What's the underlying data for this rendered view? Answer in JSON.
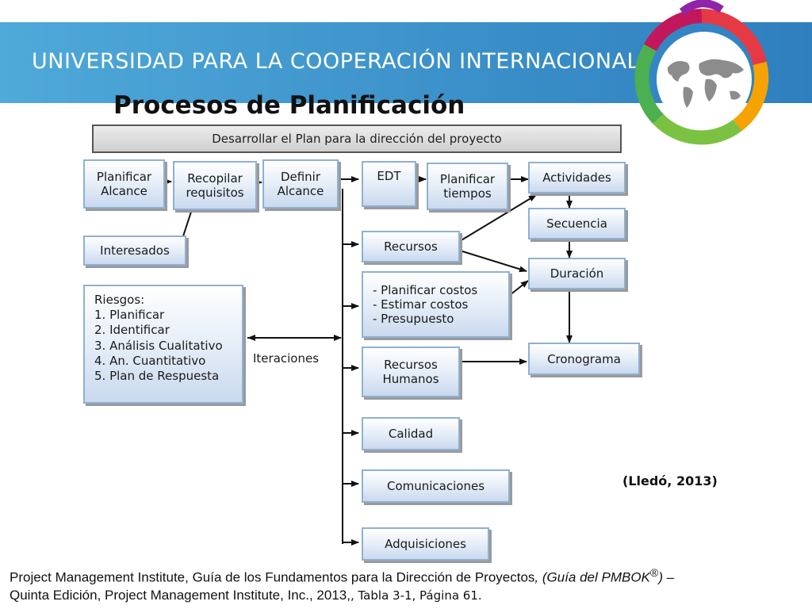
{
  "header": {
    "university_name": "UNIVERSIDAD PARA LA COOPERACIÓN INTERNACIONAL"
  },
  "slide_title": "Procesos de Planificación",
  "plan_bar": "Desarrollar el Plan para la dirección del proyecto",
  "nodes": {
    "planificar_alcance": "Planificar\nAlcance",
    "recopilar_requisitos": "Recopilar\nrequisitos",
    "definir_alcance": "Definir\nAlcance",
    "interesados": "Interesados",
    "edt": "EDT",
    "planificar_tiempos": "Planificar\ntiempos",
    "actividades": "Actividades",
    "secuencia": "Secuencia",
    "recursos": "Recursos",
    "duracion": "Duración",
    "costos": "- Planificar costos\n- Estimar costos\n- Presupuesto",
    "recursos_humanos": "Recursos\nHumanos",
    "cronograma": "Cronograma",
    "calidad": "Calidad",
    "comunicaciones": "Comunicaciones",
    "adquisiciones": "Adquisiciones",
    "riesgos": "Riesgos:\n1. Planificar\n2. Identificar\n3. Análisis Cualitativo\n4. An. Cuantitativo\n5. Plan de Respuesta",
    "iteraciones": "Iteraciones"
  },
  "citation": "(Lledó, 2013)",
  "reference": {
    "line1_a": "Project Management Institute, Guía de los Fundamentos para la Dirección de Proyectos",
    "line1_b": ", (Guía del PMBOK",
    "registered": "®",
    "line1_c": ") –",
    "line2_a": "Quinta Edición, Project Management Institute, Inc., 2013,",
    "line2_b": ", Tabla 3-1, Página 61."
  },
  "colors": {
    "banner": "#3a8fc8",
    "box_border": "#8fb0d4",
    "box_fill": "#dce7f4",
    "arrow": "#111111"
  }
}
